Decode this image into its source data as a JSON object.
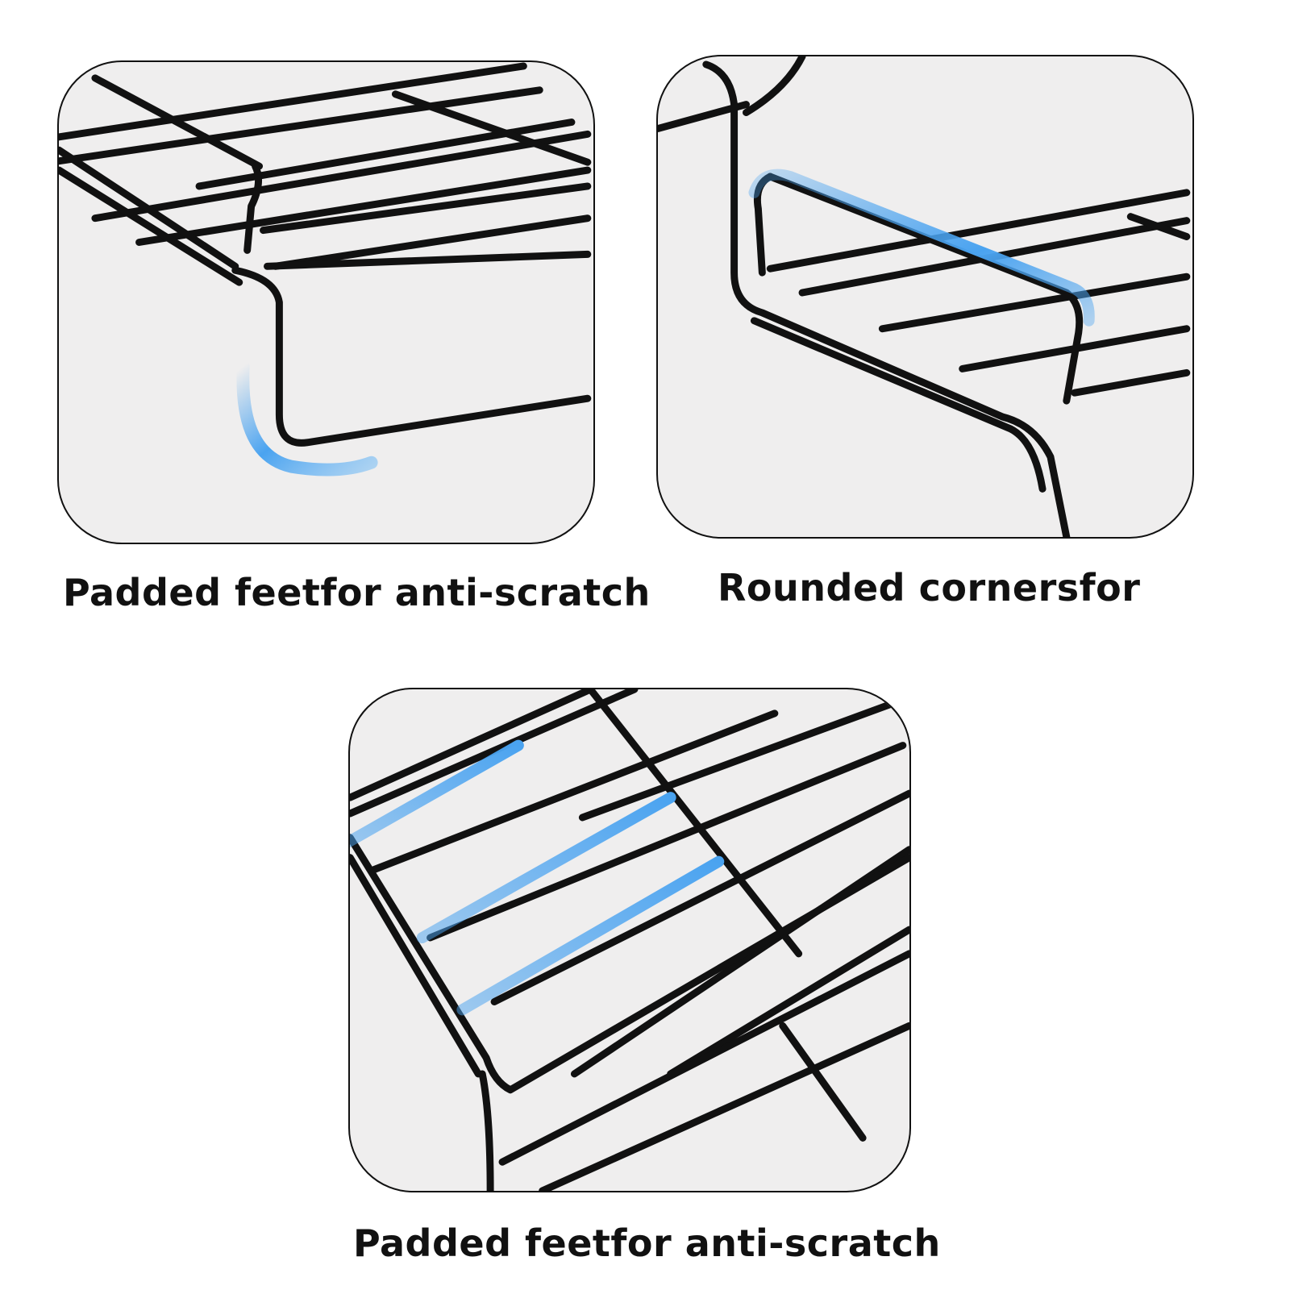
{
  "panels": [
    {
      "caption": "Padded feetfor anti-scratch",
      "highlight_color": "#4aa3f0",
      "wire_color": "#111111"
    },
    {
      "caption": "Rounded cornersfor",
      "highlight_color": "#4aa3f0",
      "wire_color": "#111111"
    },
    {
      "caption": "Padded feetfor anti-scratch",
      "highlight_color": "#4aa3f0",
      "wire_color": "#111111"
    }
  ]
}
